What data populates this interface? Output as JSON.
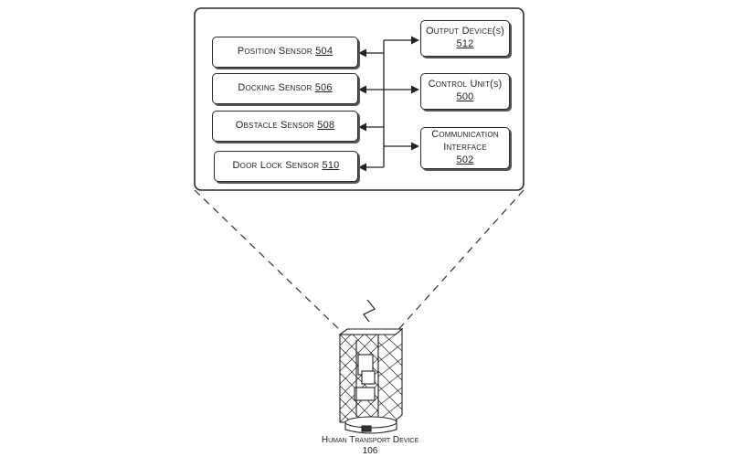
{
  "sensors": [
    {
      "name": "Position Sensor",
      "ref": "504"
    },
    {
      "name": "Docking Sensor",
      "ref": "506"
    },
    {
      "name": "Obstacle Sensor",
      "ref": "508"
    },
    {
      "name": "Door Lock Sensor",
      "ref": "510"
    }
  ],
  "outputs": [
    {
      "line1": "Output Device(s)",
      "line2": "",
      "ref": "512"
    },
    {
      "line1": "Control Unit(s)",
      "line2": "",
      "ref": "500"
    },
    {
      "line1": "Communication",
      "line2": "Interface",
      "ref": "502"
    }
  ],
  "device": {
    "name": "Human Transport Device",
    "ref": "106"
  }
}
